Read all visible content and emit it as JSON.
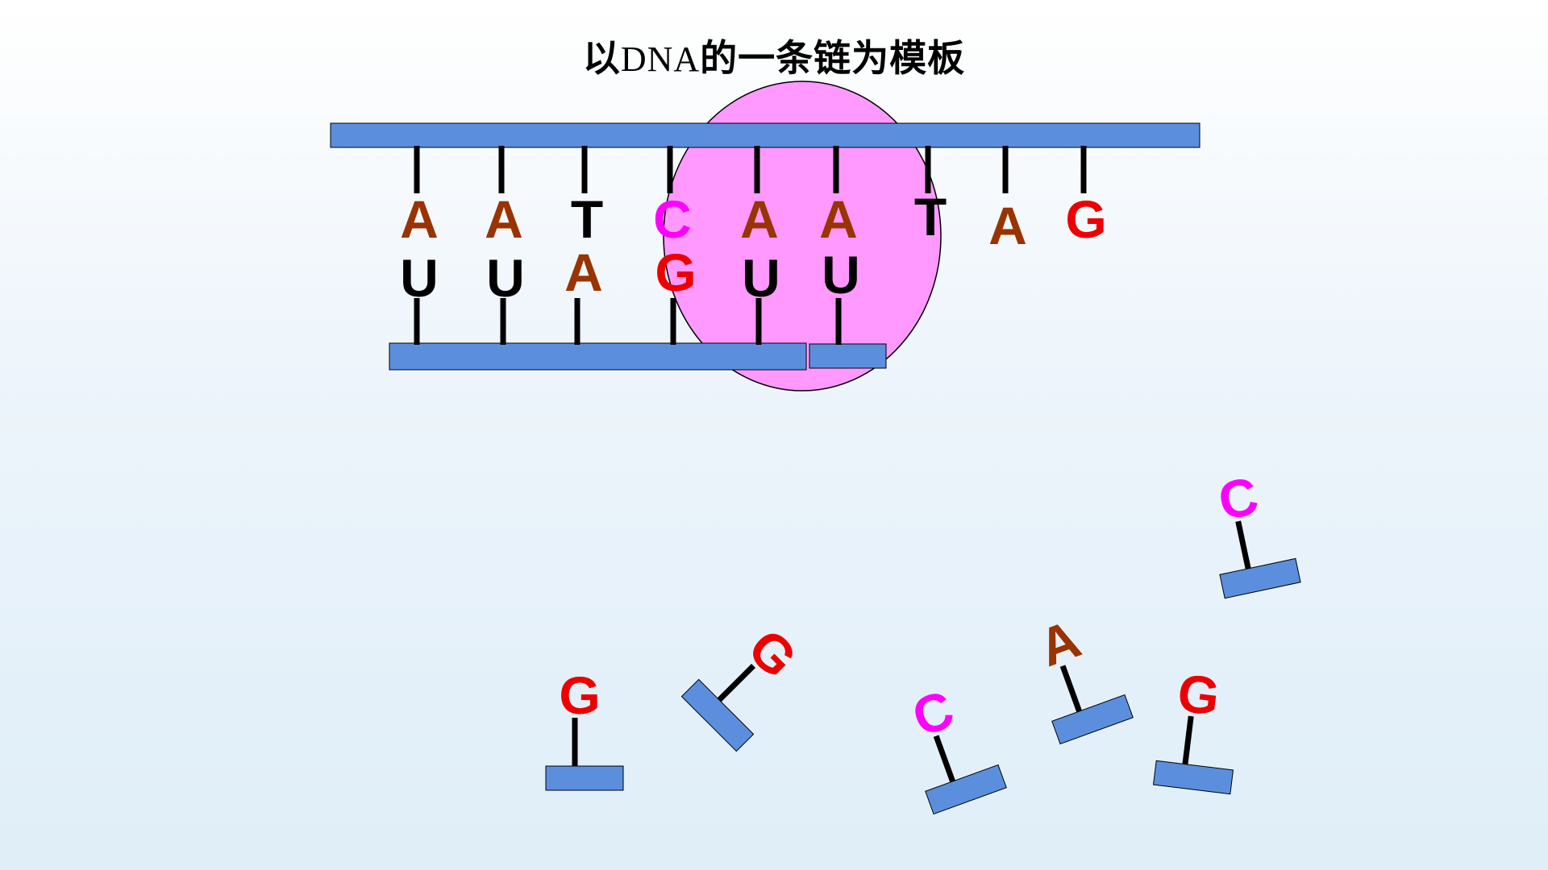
{
  "title": {
    "prefix": "以",
    "dna": "DNA",
    "suffix": "的一条链为模板"
  },
  "colors": {
    "A": "#993300",
    "T": "#000000",
    "U": "#000000",
    "C": "#ff00ff",
    "G": "#ee0000",
    "backbone": "#5b8fde",
    "enzyme": "#ff99ff"
  },
  "template_strand": [
    "A",
    "A",
    "T",
    "C",
    "A",
    "A",
    "T",
    "A",
    "G"
  ],
  "rna_strand": [
    "U",
    "U",
    "A",
    "G",
    "U",
    "U"
  ],
  "free_nucleotides": [
    "G",
    "G",
    "C",
    "A",
    "G",
    "C"
  ]
}
